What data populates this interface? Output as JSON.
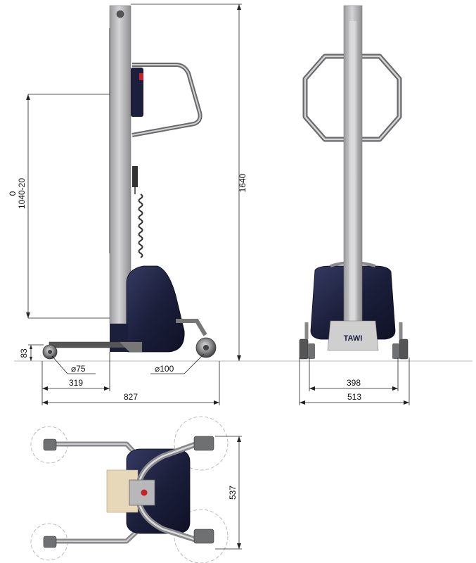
{
  "colors": {
    "mast": "#b8b8ba",
    "mast_shade": "#8f8f92",
    "body": "#1c1f3b",
    "body_hi": "#3a3f66",
    "metal": "#9a9a9c",
    "wheel": "#6f7072",
    "plate": "#e6d8b8",
    "accent_red": "#c82028",
    "line": "#222222",
    "ground": "#9a9a9a",
    "circle_dash": "#aaaaaa"
  },
  "dimensions": {
    "lift_range_top": "0",
    "lift_range_bottom": "1040-20",
    "total_height": "1640",
    "base_height": "83",
    "small_wheel_diameter": "⌀75",
    "large_wheel_diameter": "⌀100",
    "front_offset": "319",
    "side_length": "827",
    "inner_width": "398",
    "outer_width": "513",
    "top_view_width": "537"
  },
  "brand": {
    "logo_text": "TAWI"
  }
}
